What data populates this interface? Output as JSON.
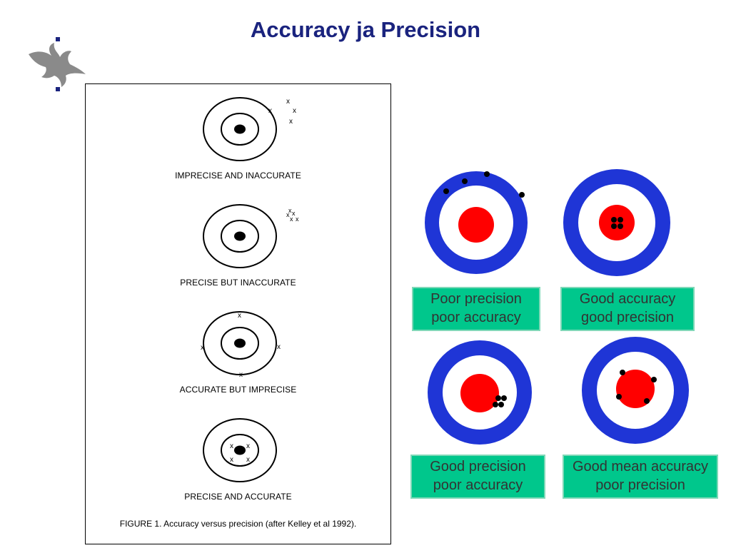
{
  "slide": {
    "title": "Accuracy ja Precision"
  },
  "left_figure": {
    "targets": [
      {
        "label": "IMPRECISE AND INACCURATE"
      },
      {
        "label": "PRECISE BUT INACCURATE"
      },
      {
        "label": "ACCURATE BUT IMPRECISE"
      },
      {
        "label": "PRECISE AND ACCURATE"
      }
    ],
    "figure_caption": "FIGURE 1. Accuracy versus precision (after Kelley et al 1992).",
    "mark_glyph": "x"
  },
  "right_figure": {
    "colors": {
      "ring": "#1f35d6",
      "bullseye": "#ff0000",
      "label_bg": "#00c78c",
      "shot": "#000000"
    },
    "panels": [
      {
        "line1": "Poor precision",
        "line2": "poor accuracy"
      },
      {
        "line1": "Good accuracy",
        "line2": "good precision"
      },
      {
        "line1": "Good precision",
        "line2": "poor accuracy"
      },
      {
        "line1": "Good mean accuracy",
        "line2": "poor precision"
      }
    ]
  }
}
